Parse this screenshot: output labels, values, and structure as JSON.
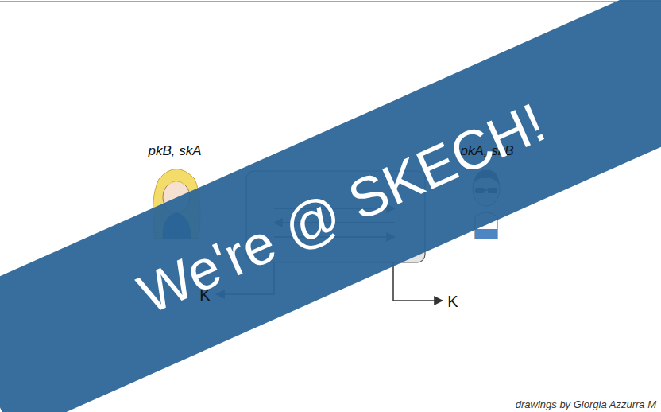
{
  "diagram": {
    "nodes": [
      {
        "text": [
          "pkB, skA"
        ]
      },
      {
        "text": [
          "pkA, skB"
        ]
      }
    ],
    "labels": [
      "We're @ SKECH!",
      "K",
      "K",
      "drawings by Giorgia Azzurra M"
    ]
  }
}
